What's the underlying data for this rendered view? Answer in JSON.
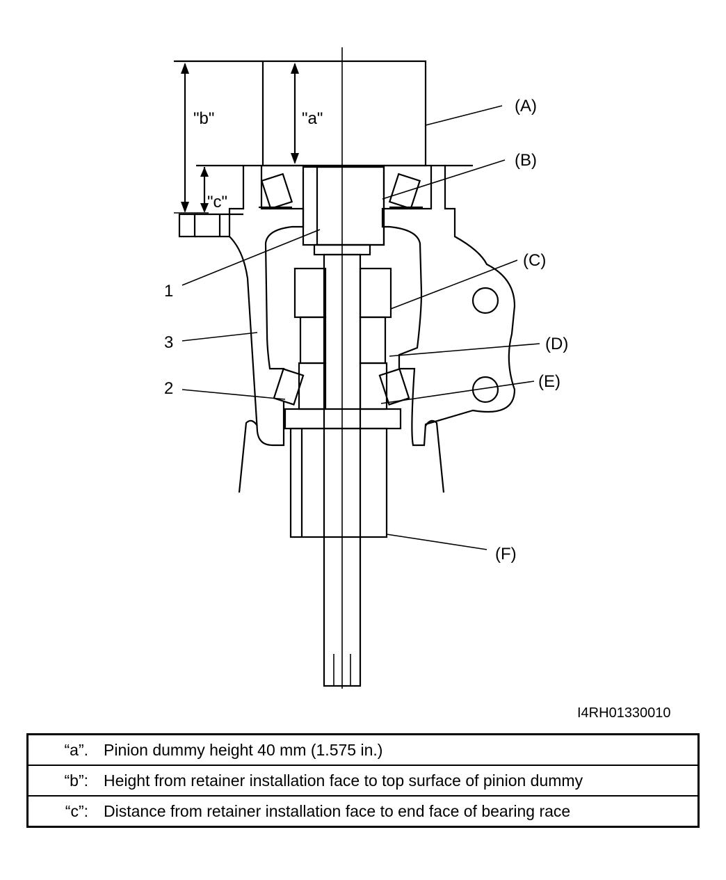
{
  "figure": {
    "id": "I4RH01330010",
    "dimensions": [
      {
        "key": "\"a\""
      },
      {
        "key": "\"b\""
      },
      {
        "key": "\"c\""
      }
    ],
    "callouts": [
      {
        "label": "(A)"
      },
      {
        "label": "(B)"
      },
      {
        "label": "(C)"
      },
      {
        "label": "(D)"
      },
      {
        "label": "(E)"
      },
      {
        "label": "(F)"
      },
      {
        "label": "1"
      },
      {
        "label": "2"
      },
      {
        "label": "3"
      }
    ]
  },
  "legend": [
    {
      "key": "“a”.",
      "text": "Pinion dummy height 40 mm (1.575 in.)"
    },
    {
      "key": "“b”:",
      "text": "Height from retainer installation face to top surface of pinion dummy"
    },
    {
      "key": "“c”:",
      "text": "Distance from retainer installation face to end face of bearing race"
    }
  ]
}
